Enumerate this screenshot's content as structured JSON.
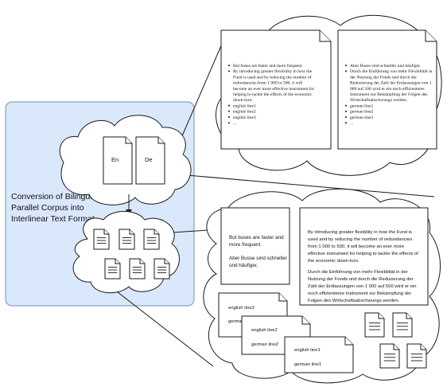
{
  "panel": {
    "label_lines": [
      "Conversion of Bilingual",
      "Parallel Corpus into",
      "Interlinear Text Format"
    ]
  },
  "source_files": {
    "en_label": "En",
    "de_label": "De"
  },
  "doc_en": {
    "lines": [
      "But buses are faster and more frequent.",
      "By introducing greater flexibility in how the",
      "Fund is used and by reducing the number of",
      "redundancies from 1 000 to 500, it will",
      "become an ever more effective instrument for",
      "helping to tackle the effects of the economic",
      "down-turn.",
      "english line1",
      "english line2",
      "english line3",
      "..."
    ],
    "bullet_rows": [
      0,
      1,
      7,
      8,
      9,
      10
    ]
  },
  "doc_de": {
    "lines": [
      "Aber Busse sind schneller und häufiger.",
      "Durch die Einführung von mehr Flexibilität in",
      "der Nutzung der Fonds und durch die",
      "Reduzierung der Zahl der Entlassungen von 1",
      "000 auf 500 wird er ein noch effizienteres",
      "Instrument zur Bekämpfung der Folgen des",
      "Wirtschaftsabschwungs werden.",
      "german line1",
      "german line2",
      "german line3",
      "..."
    ],
    "bullet_rows": [
      0,
      1,
      7,
      8,
      9,
      10
    ]
  },
  "card_short": {
    "en": [
      "But buses are faster and",
      "more frequent."
    ],
    "de": [
      "Aber Busse sind schneller",
      "und häufiger."
    ]
  },
  "card_long": {
    "en": [
      "By introducing greater flexibility in how the Fund is",
      "used and by reducing the number of redundancies",
      "from 1 000 to 500, it will become an ever more",
      "effective instrument for helping to tackle the effects of",
      "the economic down-turn."
    ],
    "de": [
      "Durch die Einführung von mehr Flexibilität in der",
      "Nutzung der Fonds und durch die Reduzierung der",
      "Zahl der Entlassungen von 1 000 auf 500 wird er ein",
      "noch effizienteres Instrument zur Bekämpfung der",
      "Folgen des Wirtschaftsabschwungs werden."
    ]
  },
  "stack_cards": [
    {
      "en": "english line3",
      "de": "german line3"
    },
    {
      "en": "english line2",
      "de": "german line2"
    },
    {
      "en": "english line1",
      "de": "german line1"
    }
  ],
  "colors": {
    "panel_fill": "#dae8fc",
    "panel_stroke": "#6c8ebf",
    "stroke": "#1a1a1a"
  }
}
